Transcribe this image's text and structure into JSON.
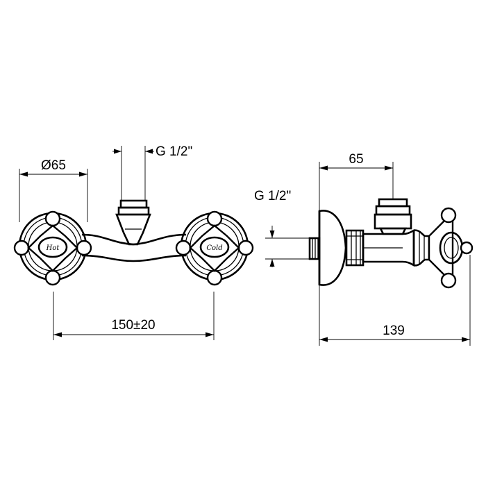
{
  "front_view": {
    "diameter_label": "Ø65",
    "top_thread_label": "G 1/2\"",
    "center_distance_label": "150±20",
    "hot_handle_label": "Hot",
    "cold_handle_label": "Cold"
  },
  "side_view": {
    "top_dimension_label": "65",
    "thread_label": "G 1/2\"",
    "depth_label": "139"
  }
}
